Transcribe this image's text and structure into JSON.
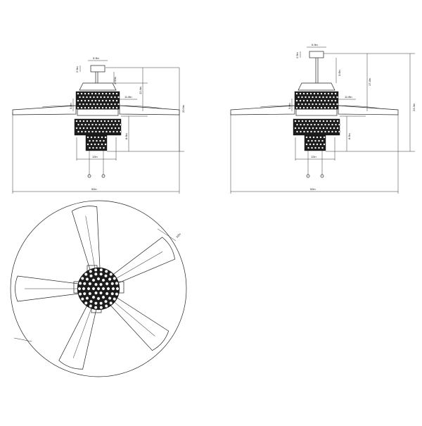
{
  "drawing": {
    "left_view": {
      "canopy_width": "5.9in",
      "canopy_height": "2.5in",
      "downrod": "4.02in",
      "motor_height": "12.4in",
      "housing_width": "11.8in",
      "body_height": "3.8in",
      "light_kit": "8.6in",
      "light_width": "12in",
      "total_height": "20.9in",
      "span": "52in"
    },
    "right_view": {
      "canopy_width": "5.9in",
      "canopy_height": "2.5in",
      "downrod": "3.6in",
      "motor_height": "17.4in",
      "housing_width": "11.8in",
      "body_height": "3.8in",
      "light_kit": "8.6in",
      "light_width": "12in",
      "total_height": "23.3in",
      "span": "52in"
    },
    "bottom_view": {
      "blade_angle": "52in"
    }
  }
}
